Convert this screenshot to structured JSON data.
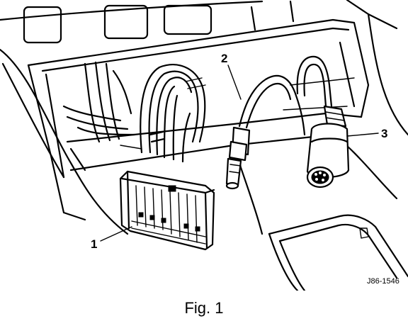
{
  "callouts": {
    "label_1": "1",
    "label_2": "2",
    "label_3": "3"
  },
  "reference_code": "J86-1546",
  "caption": "Fig. 1"
}
